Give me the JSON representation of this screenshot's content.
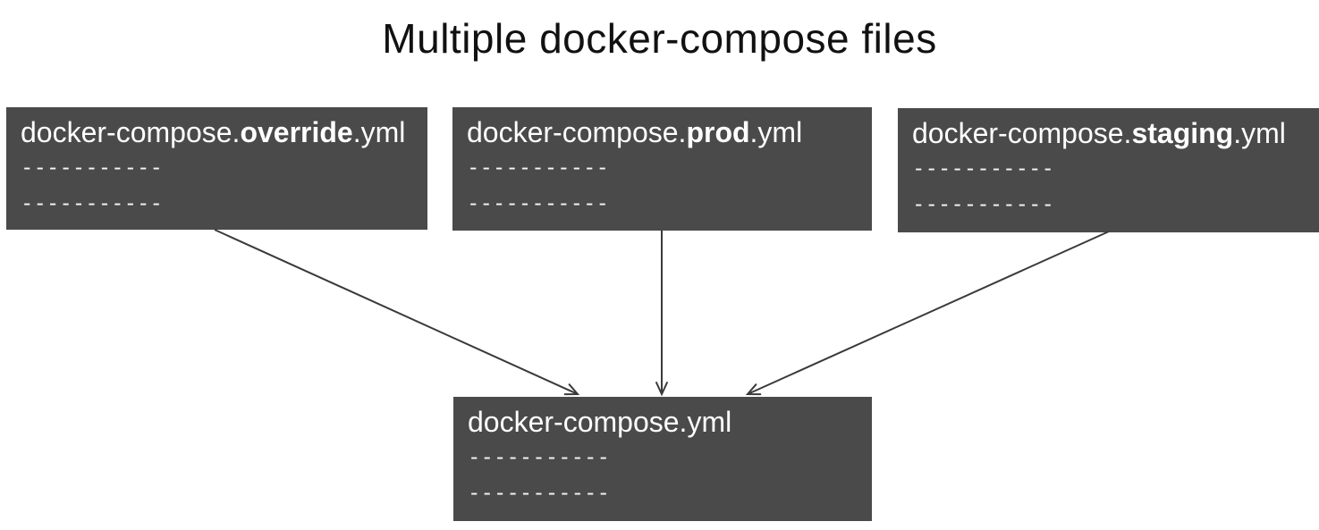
{
  "title": "Multiple docker-compose files",
  "colors": {
    "background": "#ffffff",
    "box_fill": "#4a4a4a",
    "box_text": "#ffffff",
    "arrow": "#3a3a3a",
    "title_text": "#111111"
  },
  "boxes": [
    {
      "id": "override",
      "name_prefix": "docker-compose.",
      "name_bold": "override",
      "name_suffix": ".yml",
      "placeholder_line1": "-----------",
      "placeholder_line2": "-----------"
    },
    {
      "id": "prod",
      "name_prefix": "docker-compose.",
      "name_bold": "prod",
      "name_suffix": ".yml",
      "placeholder_line1": "-----------",
      "placeholder_line2": "-----------"
    },
    {
      "id": "staging",
      "name_prefix": "docker-compose.",
      "name_bold": "staging",
      "name_suffix": ".yml",
      "placeholder_line1": "-----------",
      "placeholder_line2": "-----------"
    },
    {
      "id": "base",
      "name_prefix": "docker-compose.yml",
      "name_bold": "",
      "name_suffix": "",
      "placeholder_line1": "-----------",
      "placeholder_line2": "-----------"
    }
  ],
  "edges": [
    {
      "from": "docker-compose.override.yml",
      "to": "docker-compose.yml"
    },
    {
      "from": "docker-compose.prod.yml",
      "to": "docker-compose.yml"
    },
    {
      "from": "docker-compose.staging.yml",
      "to": "docker-compose.yml"
    }
  ]
}
